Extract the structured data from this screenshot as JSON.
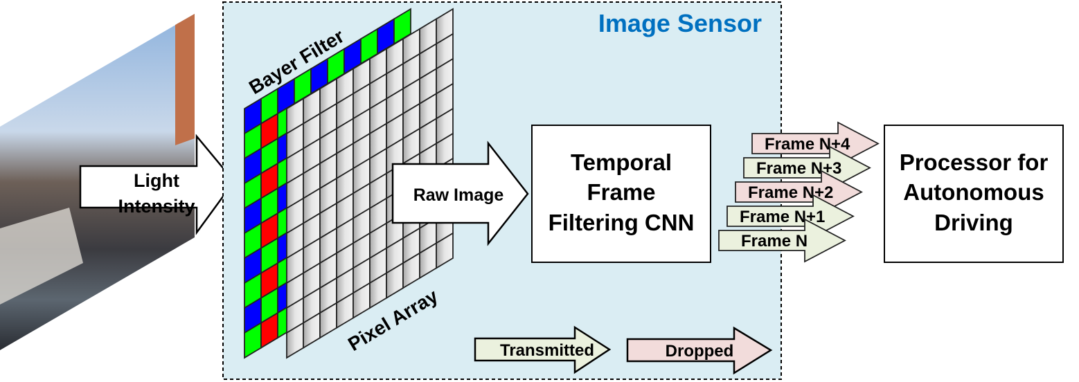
{
  "sensor": {
    "title": "Image Sensor",
    "bayer_label": "Bayer Filter",
    "pixel_label": "Pixel Array"
  },
  "input": {
    "label_line1": "Light",
    "label_line2": "Intensity"
  },
  "raw_image": {
    "label": "Raw Image"
  },
  "cnn": {
    "line1": "Temporal",
    "line2": "Frame",
    "line3": "Filtering CNN"
  },
  "processor": {
    "line1": "Processor for",
    "line2": "Autonomous",
    "line3": "Driving"
  },
  "frames": [
    {
      "label": "Frame N+4",
      "status": "dropped"
    },
    {
      "label": "Frame N+3",
      "status": "transmitted"
    },
    {
      "label": "Frame N+2",
      "status": "dropped"
    },
    {
      "label": "Frame N+1",
      "status": "transmitted"
    },
    {
      "label": "Frame N",
      "status": "transmitted"
    }
  ],
  "legend": {
    "transmitted": "Transmitted",
    "dropped": "Dropped"
  },
  "colors": {
    "sensor_bg": "#daedf3",
    "title": "#0070c0",
    "transmitted": "#ebf1de",
    "dropped": "#f2dcdb",
    "bayer_red": "#ff0000",
    "bayer_green": "#00ff00",
    "bayer_blue": "#0000ff"
  }
}
